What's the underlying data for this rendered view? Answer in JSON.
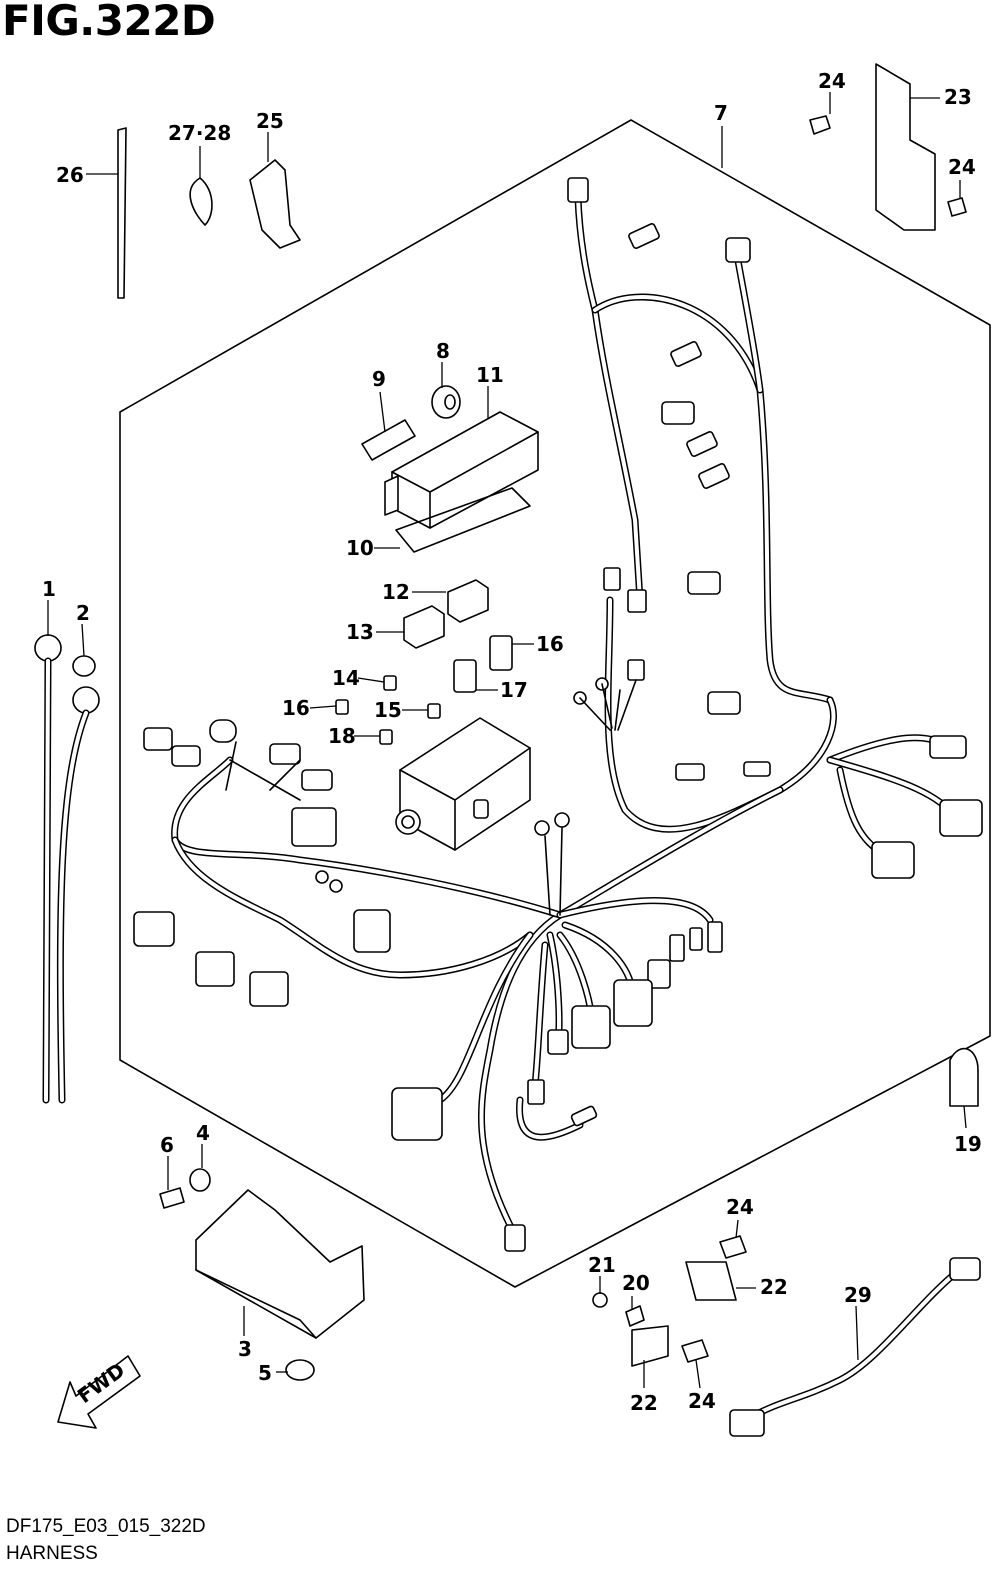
{
  "figure": {
    "title": "FIG.322D",
    "code": "DF175_E03_015_322D",
    "name": "HARNESS",
    "fwd_label": "FWD"
  },
  "callouts": {
    "c1": "1",
    "c2": "2",
    "c3": "3",
    "c4": "4",
    "c5": "5",
    "c6": "6",
    "c7": "7",
    "c8": "8",
    "c9": "9",
    "c10": "10",
    "c11": "11",
    "c12": "12",
    "c13": "13",
    "c14": "14",
    "c15": "15",
    "c16a": "16",
    "c16b": "16",
    "c17": "17",
    "c18": "18",
    "c19": "19",
    "c20": "20",
    "c21": "21",
    "c22a": "22",
    "c22b": "22",
    "c23": "23",
    "c24a": "24",
    "c24b": "24",
    "c24c": "24",
    "c24d": "24",
    "c25": "25",
    "c26": "26",
    "c2728": "27·28",
    "c29": "29"
  }
}
